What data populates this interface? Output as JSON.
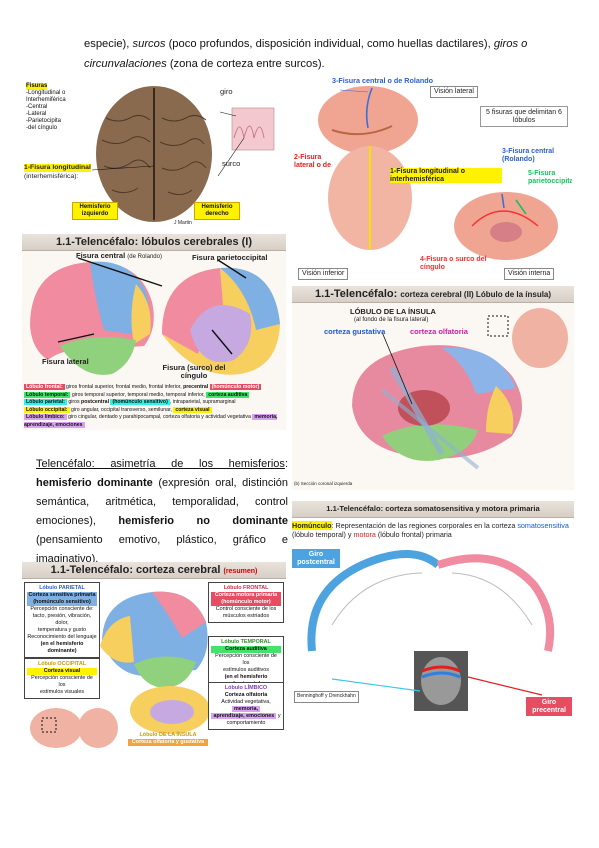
{
  "intro": {
    "p1": "especie), ",
    "w1": "surcos",
    "p2": " (poco profundos, disposición individual, como huellas dactilares), ",
    "w2": "giros o circunvalaciones",
    "p3": " (zona de corteza entre surcos)."
  },
  "fig1": {
    "legend_title": "Fisuras",
    "legend_items": [
      "-Longitudinal o Interhemiférica",
      "-Central",
      "-Lateral",
      "-Parietocipita",
      "-del cíngulo"
    ],
    "giro": "giro",
    "surco": "surco",
    "fisura_long": "1-Fisura longitudinal",
    "fisura_long_sub": "(interhemisférica):",
    "hem_izq": "Hemisferio izquierdo",
    "hem_der": "Hemisferio derecho",
    "credit": "J Martin"
  },
  "fig2": {
    "central": "3-Fisura central o de Rolando",
    "lateral_view": "Visión lateral",
    "cinco": "5 fisuras que delimitan 6 lóbulos",
    "lat": "2-Fisura lateral o de",
    "long": "1-Fisura longitudinal o interhemisférica",
    "central2": "3-Fisura central (Rolando)",
    "parieto": "5-Fisura parietoccipital",
    "cingulo": "4-Fisura o surco del cíngulo",
    "inferior_view": "Visión inferior",
    "internal_view": "Visión interna"
  },
  "fig3": {
    "title": "1.1-Telencéfalo:  lóbulos cerebrales (I)",
    "central": "Fisura central",
    "central_sub": "(de Rolando)",
    "parieto": "Fisura parietoccipital",
    "lateral": "Fisura lateral",
    "cingulo": "Fisura (surco) del cíngulo",
    "lobes": [
      {
        "name": "Lóbulo frontal:",
        "text": " giros frontal superior, frontal medio, frontal inferior, ",
        "b": "precentral",
        "tag": "(homúnculo motor)"
      },
      {
        "name": "Lóbulo temporal:",
        "text": " giros temporal superior, temporal medio, temporal inferior, ",
        "b": "",
        "tag": "corteza auditiva"
      },
      {
        "name": "Lóbulo parietal:",
        "text": " giros ",
        "b": "postcentral",
        "tag": "(homúnculo sensitivo)",
        "rest": ", intraparietal, supramarginal"
      },
      {
        "name": "Lóbulo occipital:",
        "text": " giro angular, occipital transverso, semilunar, ",
        "b": "",
        "tag": "corteza visual"
      },
      {
        "name": "Lóbulo límbico:",
        "text": " giro cingular, dentado y parahipocampal, corteza olfatoria y actividad vegetativa ",
        "b": "",
        "tag": "memoria, aprendizaje, emociones"
      }
    ]
  },
  "fig4": {
    "title": "1.1-Telencéfalo:",
    "title_small": "corteza cerebral (II) Lóbulo de la ínsula)",
    "insula": "LÓBULO DE LA ÍNSULA",
    "insula_sub": "(al fondo de la fisura lateral)",
    "gust": "corteza gustativa",
    "olf": "corteza olfatoria",
    "credit": "(b) Sección coronal izquierda"
  },
  "para": {
    "u": "Telencéfalo: asimetría de los hemisferios",
    "c": ": ",
    "b1": "hemisferio dominante",
    "t1": " (expresión oral, distinción semántica, aritmética, temporalidad, control emociones), ",
    "b2": "hemisferio no dominante",
    "t2": " (pensamiento emotivo, plástico, gráfico e imaginativo)."
  },
  "fig5": {
    "title": "1.1-Telencéfalo: corteza cerebral",
    "title_small": "(resumen)",
    "parietal": {
      "t": "Lóbulo PARIETAL",
      "h": "Corteza sensitiva primaria",
      "h2": "(homúnculo sensitivo)",
      "l1": "Percepción consciente de:",
      "l2": "tacto, presión, vibración, dolor,",
      "l3": "temperatura y gusto",
      "l4": "Reconocimiento del lenguaje",
      "l5": "(en el hemisferio dominante)"
    },
    "occipital": {
      "t": "Lóbulo OCCIPITAL",
      "h": "Corteza visual",
      "l1": "Percepción consciente de los",
      "l2": "estímulos visuales"
    },
    "frontal": {
      "t": "Lóbulo FRONTAL",
      "h": "Corteza motora primaria",
      "h2": "(homúnculo motor)",
      "l1": "Control consciente de los",
      "l2": "músculos estriados"
    },
    "temporal": {
      "t": "Lóbulo TEMPORAL",
      "h": "Corteza auditiva",
      "l1": "Percepción consciente de los",
      "l2": "estímulos auditivos",
      "l3": "(en el hemisferio dominante)"
    },
    "limbico": {
      "t": "Lóbulo LÍMBICO",
      "h": "Corteza olfatoria",
      "l1": "Actividad vegetativa,",
      "m": "memoria,",
      "m2": "aprendizaje, emociones",
      "l2": "y",
      "l3": "comportamiento"
    },
    "insula": {
      "t": "Lóbulo DE LA ÍNSULA",
      "h": "Corteza olfatoria y gustativa"
    }
  },
  "fig6": {
    "title": "1.1-Telencéfalo: corteza somatosensitiva y motora primaria",
    "hom": "Homúnculo",
    "desc1": ": Representación de las regiones corporales en la corteza",
    "sens": "somatosensitiva",
    "desc2": " (lóbulo temporal) y ",
    "mot": "motora",
    "desc3": " (lóbulo frontal) ",
    "prim": "primaria",
    "giro_post": "Giro postcentral",
    "giro_pre": "Giro precentral",
    "credit": "Benninghoff y Drenckhahn"
  },
  "colors": {
    "frontal": "#f08ba0",
    "parietal": "#7fb0e3",
    "occipital": "#f6cf5f",
    "temporal": "#8fd17c",
    "limbic": "#c6a9e0"
  }
}
